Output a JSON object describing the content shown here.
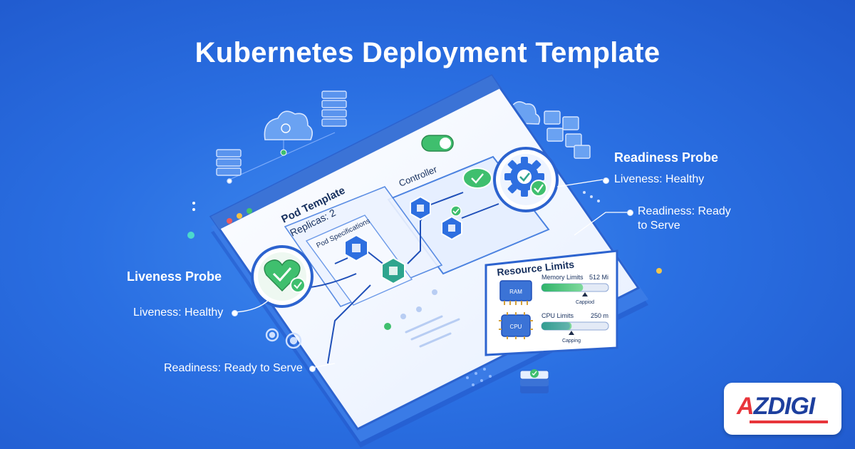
{
  "title": "Kubernetes Deployment Template",
  "labels": {
    "readiness_probe_heading": "Readiness Probe",
    "readiness_liveness": "Liveness: Healthy",
    "readiness_ready_line1": "Readiness: Ready",
    "readiness_ready_line2": "to Serve",
    "liveness_probe_heading": "Liveness Probe",
    "liveness_liveness": "Liveness: Healthy",
    "liveness_readiness": "Readiness: Ready to Serve"
  },
  "window": {
    "pod_template_label": "Pod Template",
    "replicas_label": "Replicas: 2",
    "pod_specifications_label": "Pod Specifications",
    "controller_label": "Controller"
  },
  "resource_limits": {
    "title": "Resource Limits",
    "memory": {
      "label": "Memory Limits",
      "value": "512 Mi",
      "chip": "RAM",
      "note": "Cappiod",
      "fill": 0.62
    },
    "cpu": {
      "label": "CPU Limits",
      "value": "250 m",
      "chip": "CPU",
      "note": "Capping",
      "fill": 0.45
    }
  },
  "logo": {
    "text_a": "A",
    "text_rest": "ZDIGI"
  },
  "colors": {
    "accent_green": "#3fbf6e",
    "node_blue": "#2e6fe0",
    "node_teal": "#2fa58e",
    "panel_white": "#f4f8ff",
    "window_blue": "#3b73d6"
  }
}
